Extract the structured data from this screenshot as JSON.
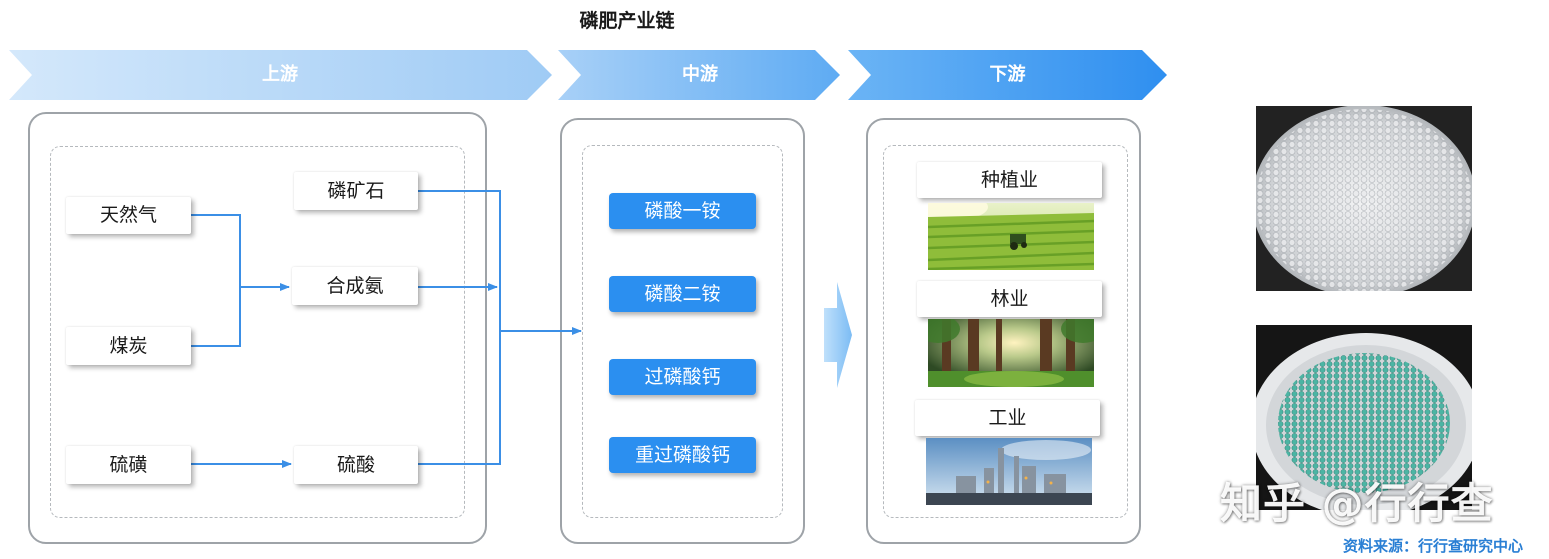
{
  "title": "磷肥产业链",
  "stages": [
    {
      "label": "上游"
    },
    {
      "label": "中游"
    },
    {
      "label": "下游"
    }
  ],
  "upstream": {
    "raw_materials": [
      "天然气",
      "煤炭",
      "硫磺"
    ],
    "intermediates": [
      "磷矿石",
      "合成氨",
      "硫酸"
    ]
  },
  "midstream": {
    "products": [
      "磷酸一铵",
      "磷酸二铵",
      "过磷酸钙",
      "重过磷酸钙"
    ]
  },
  "downstream": {
    "applications": [
      "种植业",
      "林业",
      "工业"
    ]
  },
  "watermark": "知乎 @行行查",
  "source": "资料来源：行行查研究中心",
  "colors": {
    "accent": "#2b8ff0",
    "banner_light": "#c2def8",
    "banner_dark": "#3d98f2",
    "source_text": "#2a7fd4"
  }
}
